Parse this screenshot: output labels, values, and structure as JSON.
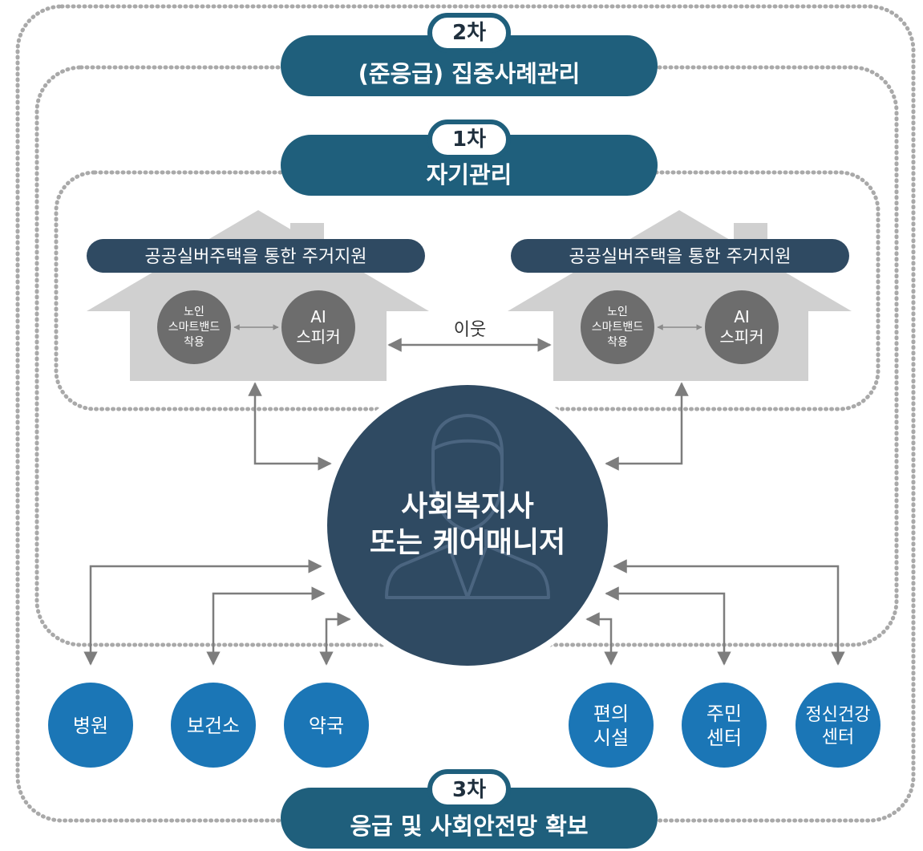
{
  "tiers": {
    "secondary": {
      "badge": "2차",
      "title": "(준응급) 집중사례관리"
    },
    "primary": {
      "badge": "1차",
      "title": "자기관리"
    },
    "tertiary": {
      "badge": "3차",
      "title": "응급 및 사회안전망 확보"
    }
  },
  "houses": [
    {
      "banner": "공공실버주택을 통한 주거지원",
      "band_line1": "노인",
      "band_line2": "스마트밴드",
      "band_line3": "착용",
      "speaker_line1": "AI",
      "speaker_line2": "스피커"
    },
    {
      "banner": "공공실버주택을 통한 주거지원",
      "band_line1": "노인",
      "band_line2": "스마트밴드",
      "band_line3": "착용",
      "speaker_line1": "AI",
      "speaker_line2": "스피커"
    }
  ],
  "neighbor_label": "이웃",
  "center": {
    "line1": "사회복지사",
    "line2": "또는 케어매니저"
  },
  "resources": [
    {
      "line1": "병원",
      "line2": ""
    },
    {
      "line1": "보건소",
      "line2": ""
    },
    {
      "line1": "약국",
      "line2": ""
    },
    {
      "line1": "편의",
      "line2": "시설"
    },
    {
      "line1": "주민",
      "line2": "센터"
    },
    {
      "line1": "정신건강",
      "line2": "센터"
    }
  ],
  "colors": {
    "navy": "#2f4a62",
    "teal_banner": "#1f5f7c",
    "resource_blue": "#1b76b6",
    "house_gray": "#d0d0d0",
    "device_gray": "#6d6d6d",
    "dotted": "#a9a9a9",
    "arrow": "#7d7d7d"
  }
}
